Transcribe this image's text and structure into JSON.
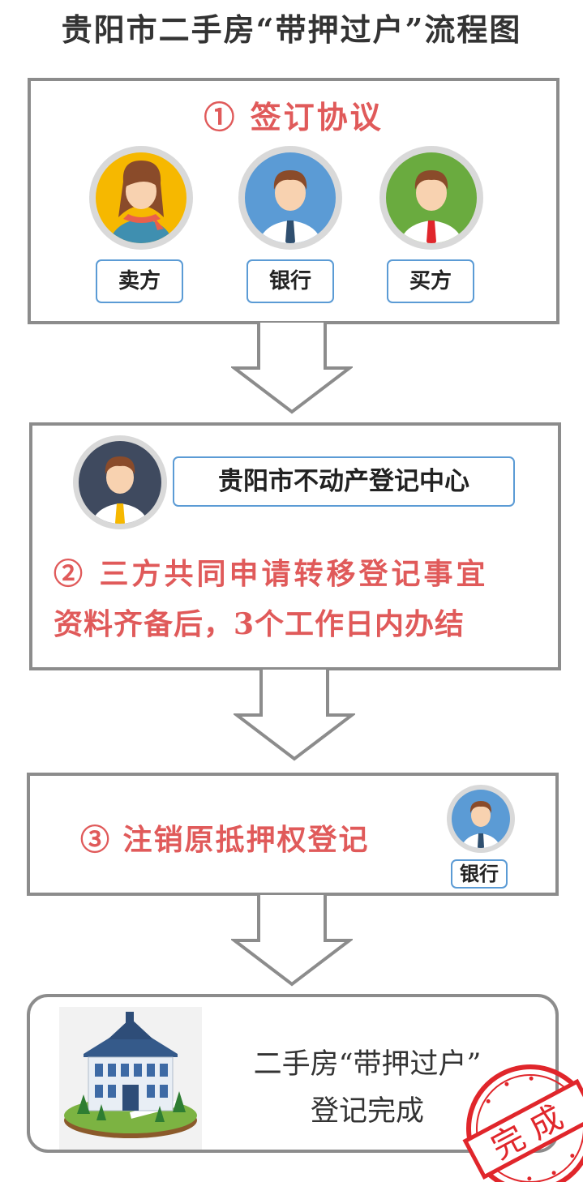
{
  "title": "贵阳市二手房“带押过户”流程图",
  "step1": {
    "title": "① 签订协议",
    "parties": [
      "卖方",
      "银行",
      "买方"
    ]
  },
  "step2": {
    "office": "贵阳市不动产登记中心",
    "line1": "② 三方共同申请转移登记事宜",
    "line2": "资料齐备后，3个工作日内办结"
  },
  "step3": {
    "title": "③ 注销原抵押权登记",
    "party": "银行"
  },
  "final": {
    "line1": "二手房“带押过户”",
    "line2": "登记完成",
    "stamp": "完成"
  },
  "colors": {
    "box_border": "#8c8c8c",
    "step_title": "#e05a5a",
    "label_border": "#5b9bd5",
    "seller_bg": "#f6b800",
    "bank_bg": "#5b9bd5",
    "buyer_bg": "#6aab3f",
    "officer_bg": "#3f4a5f",
    "stamp": "#e0262b"
  },
  "icons": [
    "female-seller-avatar-icon",
    "bank-staff-avatar-icon",
    "male-buyer-avatar-icon",
    "registration-officer-avatar-icon",
    "house-building-icon",
    "completion-stamp-icon",
    "down-arrow-icon"
  ]
}
